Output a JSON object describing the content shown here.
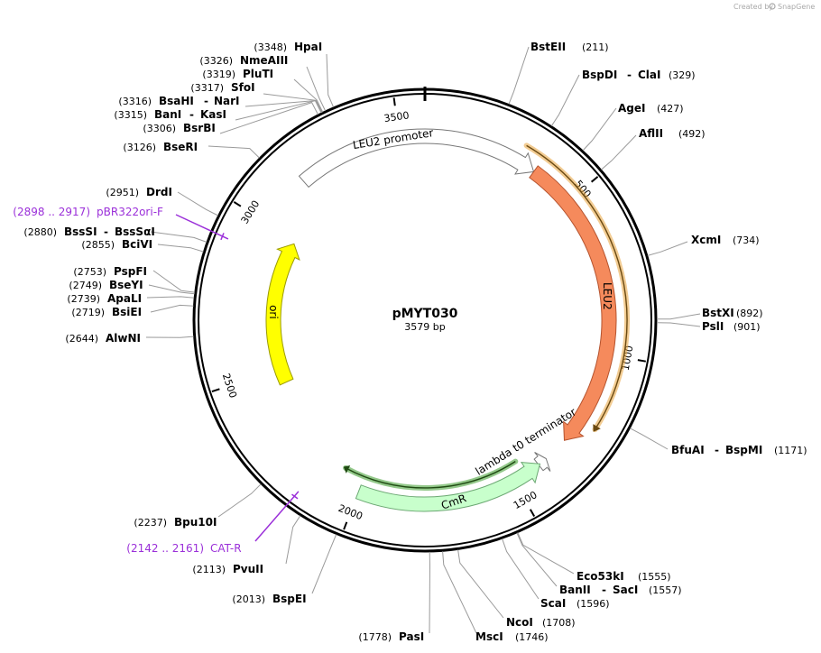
{
  "watermark": {
    "text": "Created by",
    "brand": "SnapGene"
  },
  "plasmid": {
    "name": "pMYT030",
    "size_label": "3579 bp",
    "length": 3579
  },
  "ticks": [
    {
      "pos": 500,
      "label": "500"
    },
    {
      "pos": 1000,
      "label": "1000"
    },
    {
      "pos": 1500,
      "label": "1500"
    },
    {
      "pos": 2000,
      "label": "2000"
    },
    {
      "pos": 2500,
      "label": "2500"
    },
    {
      "pos": 3000,
      "label": "3000"
    },
    {
      "pos": 3500,
      "label": "3500"
    }
  ],
  "features": [
    {
      "name": "LEU2 promoter",
      "start": 3170,
      "end": 360,
      "direction": "forward",
      "color": "#ffffff",
      "track": "mid"
    },
    {
      "name": "LEU2",
      "start": 360,
      "end": 1300,
      "direction": "forward",
      "color": "#f58a5c",
      "track": "mid"
    },
    {
      "name": "lambda t0 terminator",
      "start": 1380,
      "end": 1410,
      "direction": "reverse",
      "color": "#ffffff",
      "track": "mid"
    },
    {
      "name": "CmR",
      "start": 1405,
      "end": 2000,
      "direction": "reverse",
      "color": "#c8ffcc",
      "track": "mid"
    },
    {
      "name": "ori",
      "start": 2445,
      "end": 2985,
      "direction": "forward",
      "color": "#ffff00",
      "track": "inner"
    }
  ],
  "orfs": [
    {
      "start": 300,
      "end": 1220,
      "color": "#e8a33b"
    },
    {
      "start": 1465,
      "end": 2070,
      "color": "#3b9b2a"
    }
  ],
  "enzymes": [
    {
      "name": "HpaI",
      "pos": "(3348)"
    },
    {
      "name": "NmeAIII",
      "pos": "(3326)"
    },
    {
      "name": "PluTI",
      "pos": "(3319)"
    },
    {
      "name": "SfoI",
      "pos": "(3317)"
    },
    {
      "name": "BsaHI",
      "pos": "(3316)",
      "name2": "NarI"
    },
    {
      "name": "BanI",
      "pos": "(3315)",
      "name2": "KasI"
    },
    {
      "name": "BsrBI",
      "pos": "(3306)"
    },
    {
      "name": "BseRI",
      "pos": "(3126)"
    },
    {
      "name": "DrdI",
      "pos": "(2951)"
    },
    {
      "name": "BssSI",
      "pos": "(2880)",
      "name2": "BssSαI"
    },
    {
      "name": "BciVI",
      "pos": "(2855)"
    },
    {
      "name": "PspFI",
      "pos": "(2753)"
    },
    {
      "name": "BseYI",
      "pos": "(2749)"
    },
    {
      "name": "ApaLI",
      "pos": "(2739)"
    },
    {
      "name": "BsiEI",
      "pos": "(2719)"
    },
    {
      "name": "AlwNI",
      "pos": "(2644)"
    },
    {
      "name": "Bpu10I",
      "pos": "(2237)"
    },
    {
      "name": "PvuII",
      "pos": "(2113)"
    },
    {
      "name": "BspEI",
      "pos": "(2013)"
    },
    {
      "name": "PasI",
      "pos": "(1778)"
    },
    {
      "name": "MscI",
      "pos": "(1746)"
    },
    {
      "name": "NcoI",
      "pos": "(1708)"
    },
    {
      "name": "ScaI",
      "pos": "(1596)"
    },
    {
      "name": "BanII",
      "pos": "(1557)",
      "name2": "SacI"
    },
    {
      "name": "Eco53kI",
      "pos": "(1555)"
    },
    {
      "name": "BstEII",
      "pos": "(211)"
    },
    {
      "name": "BspDI",
      "pos": "(329)",
      "name2": "ClaI"
    },
    {
      "name": "AgeI",
      "pos": "(427)"
    },
    {
      "name": "AflII",
      "pos": "(492)"
    },
    {
      "name": "XcmI",
      "pos": "(734)"
    },
    {
      "name": "BstXI",
      "pos": "(892)"
    },
    {
      "name": "PslI",
      "pos": "(901)"
    },
    {
      "name": "BfuAI",
      "pos": "(1171)",
      "name2": "BspMI"
    }
  ],
  "primers": [
    {
      "name": "pBR322ori-F",
      "range": "(2898 .. 2917)"
    },
    {
      "name": "CAT-R",
      "range": "(2142 .. 2161)"
    }
  ]
}
